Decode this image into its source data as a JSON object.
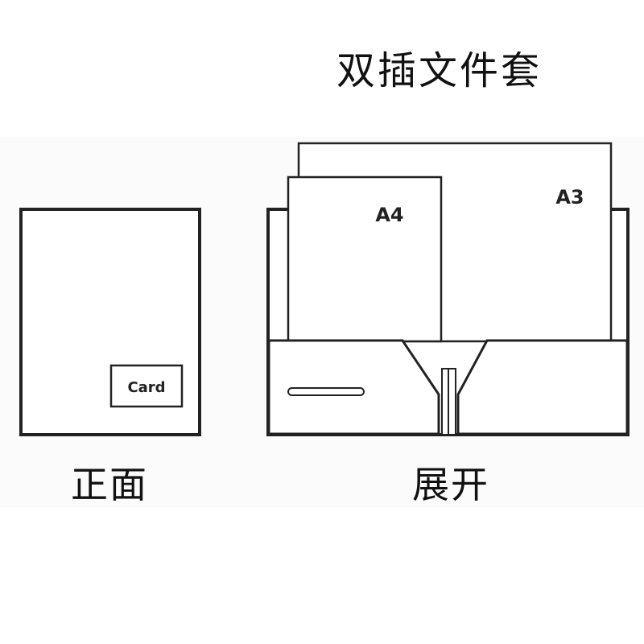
{
  "title": "双插文件套",
  "front": {
    "label": "正面",
    "card_label": "Card"
  },
  "open": {
    "label": "展开",
    "sheet_a3_label": "A3",
    "sheet_a4_label": "A4"
  }
}
